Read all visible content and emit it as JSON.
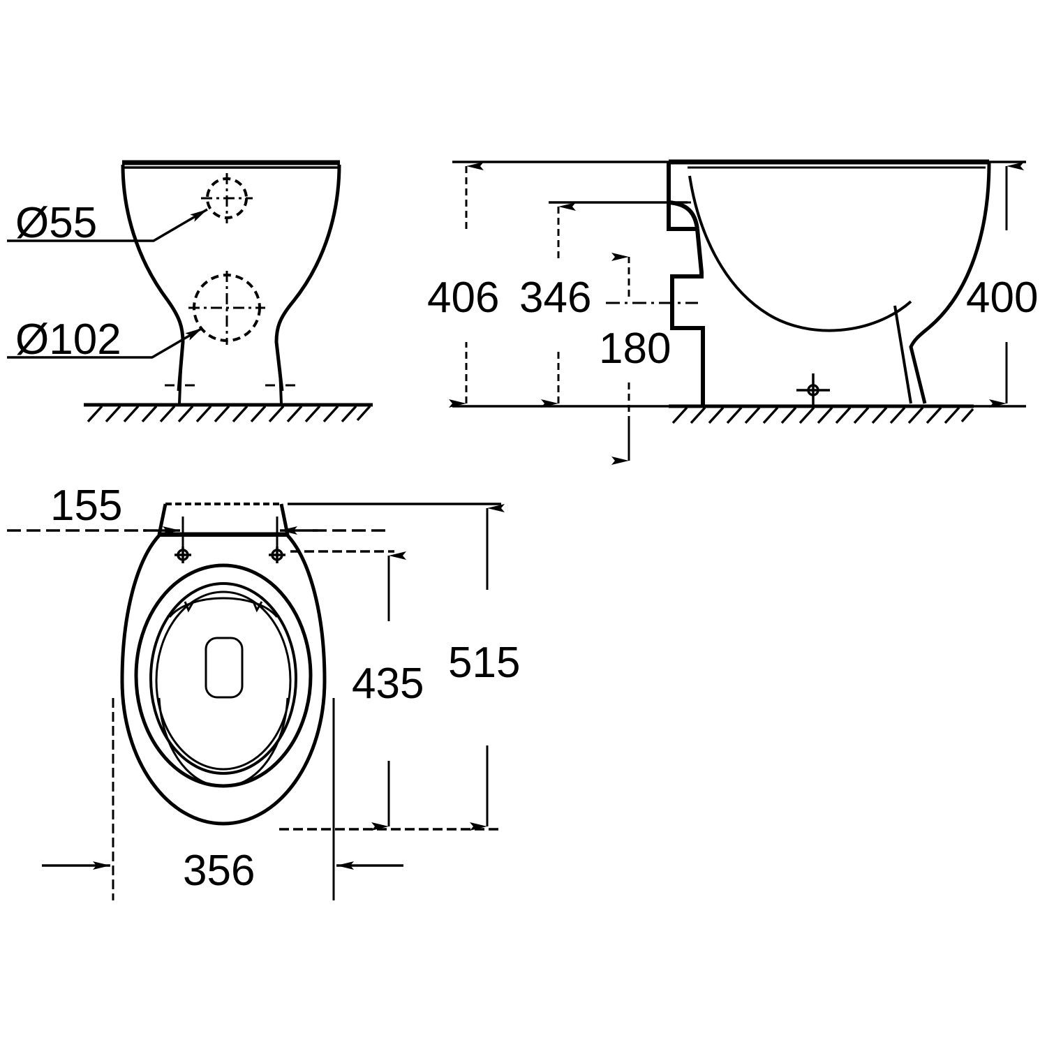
{
  "document": {
    "type": "technical-drawing",
    "subject": "floor-standing toilet pan (WC) dimensional drawing",
    "units": "mm",
    "line_color": "#000000",
    "background_color": "#ffffff"
  },
  "views": [
    {
      "id": "front-view",
      "name": "Front elevation",
      "position": "top-left"
    },
    {
      "id": "side-view",
      "name": "Side elevation",
      "position": "top-right"
    },
    {
      "id": "plan-view",
      "name": "Top plan view with seat",
      "position": "bottom-left"
    }
  ],
  "dimensions": {
    "d55": {
      "label": "Ø55",
      "value": 55,
      "prefix": "Ø",
      "view": "front-view",
      "note": "upper fixing hole diameter"
    },
    "d102": {
      "label": "Ø102",
      "value": 102,
      "prefix": "Ø",
      "view": "front-view",
      "note": "outlet bore diameter"
    },
    "h406": {
      "label": "406",
      "value": 406,
      "view": "side-view",
      "note": "overall height to top of pan"
    },
    "h346": {
      "label": "346",
      "value": 346,
      "view": "side-view",
      "note": "height to inlet centre"
    },
    "h180": {
      "label": "180",
      "value": 180,
      "view": "side-view",
      "note": "height to outlet centre"
    },
    "h400": {
      "label": "400",
      "value": 400,
      "view": "side-view",
      "note": "rim height at front"
    },
    "w155": {
      "label": "155",
      "value": 155,
      "view": "plan-view",
      "note": "seat fixing hole centres"
    },
    "l435": {
      "label": "435",
      "value": 435,
      "view": "plan-view",
      "note": "pan projection"
    },
    "l515": {
      "label": "515",
      "value": 515,
      "view": "plan-view",
      "note": "overall projection"
    },
    "w356": {
      "label": "356",
      "value": 356,
      "view": "plan-view",
      "note": "overall width"
    }
  },
  "symbols": {
    "floor_hatch": "hatched ground line",
    "centre_mark": "crosshair centre mark",
    "arrowhead": "filled narrow triangle"
  }
}
